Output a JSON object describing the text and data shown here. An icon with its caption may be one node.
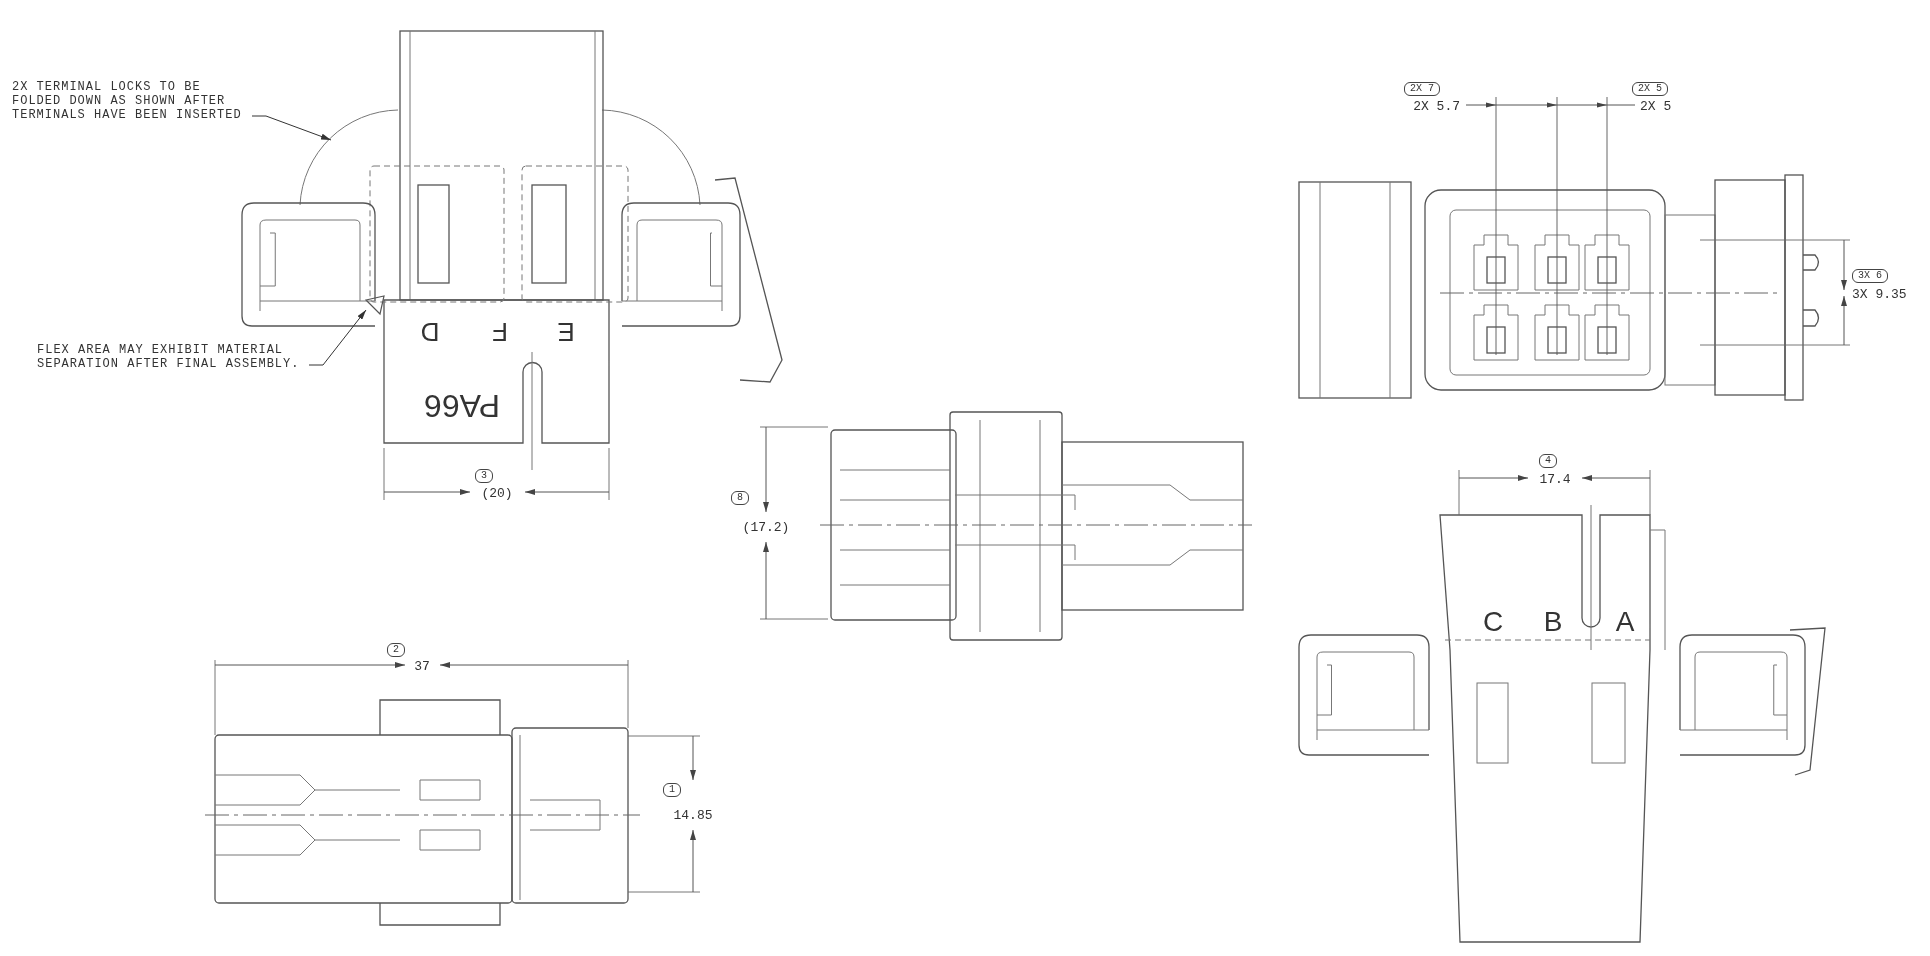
{
  "diagram": {
    "nodes": [
      {
        "text": [
          "2X TERMINAL LOCKS TO BE FOLDED DOWN AS SHOWN AFTER TERMINALS HAVE BEEN INSERTED"
        ]
      },
      {
        "text": [
          "FLEX AREA MAY EXHIBIT MATERIAL SEPARATION AFTER FINAL ASSEMBLY."
        ]
      },
      {
        "text": [],
        "shape": "picture"
      }
    ],
    "edges": [
      {
        "from": 0,
        "to": null,
        "arrow": "to"
      },
      {
        "from": 1,
        "to": 2,
        "arrow": "to"
      }
    ],
    "labels": [
      "2X 7",
      "2X 5",
      "2X 5.7",
      "2X 5",
      "D",
      "F",
      "E",
      "PA66",
      "3X 6",
      "3X 9.35",
      "3",
      "(20)",
      "4",
      "17.4",
      "8",
      "(17.2)",
      "C",
      "B",
      "A",
      "2",
      "37",
      "1",
      "14.85"
    ]
  }
}
